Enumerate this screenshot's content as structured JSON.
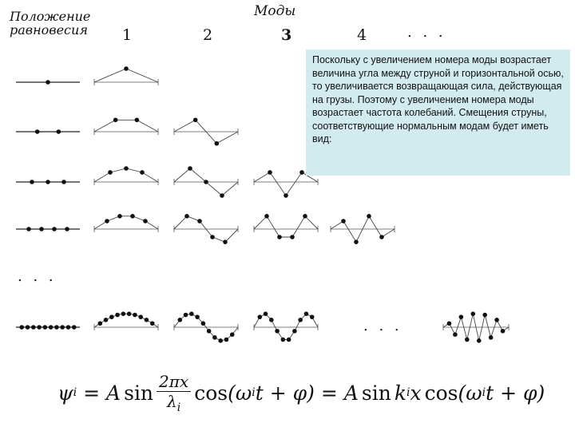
{
  "header": {
    "equilibrium_line1": "Положение",
    "equilibrium_line2": "равновесия",
    "modes_title": "Моды"
  },
  "columns": [
    "1",
    "2",
    "3",
    "4",
    ". . ."
  ],
  "ellipsis_row": ". . .",
  "ellipsis_bottom": ". . .",
  "note": {
    "text": "Поскольку с увеличением номера моды возрастает величина угла между струной и горизонтальной осью, то увеличивается возвращающая сила, действующая на грузы. Поэтому с увеличением номера моды возрастает частота колебаний. Смещения струны, соответствующие нормальным модам будет иметь вид:",
    "background": "#d2ebef"
  },
  "formula": {
    "lhs_sym": "ψ",
    "sub_i": "i",
    "eq": "=",
    "amp": "A",
    "sin": "sin",
    "frac_num": "2πx",
    "frac_den": "λ",
    "cos": "cos",
    "arg1_open": "(ω",
    "arg1_rest": "t + φ)",
    "eq2": "=",
    "amp2": "A",
    "sin2": "sin",
    "k": "k",
    "x": "x",
    "cos2": "cos",
    "arg2_open": "(ω",
    "arg2_rest": "t + φ)"
  },
  "diagram": {
    "rows": [
      {
        "masses": 1,
        "modes": [
          1
        ]
      },
      {
        "masses": 2,
        "modes": [
          1,
          2
        ]
      },
      {
        "masses": 3,
        "modes": [
          1,
          2,
          3
        ]
      },
      {
        "masses": 4,
        "modes": [
          1,
          2,
          3,
          4
        ]
      },
      {
        "masses": 10,
        "modes": [
          1,
          2,
          3,
          10
        ]
      }
    ]
  }
}
